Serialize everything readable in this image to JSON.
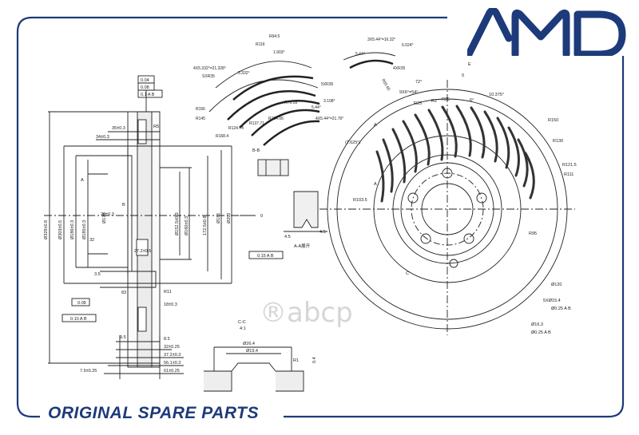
{
  "brand": {
    "logo_text": "AMD",
    "color": "#1d3a7a"
  },
  "footer": {
    "text": "ORIGINAL SPARE PARTS"
  },
  "watermark": {
    "text": "®abcp"
  },
  "section_view": {
    "tolerance_frames": [
      "0.04",
      "0.08",
      "0.1 A B"
    ],
    "dims_left": [
      "Ø329±0.8",
      "Ø303±0.5",
      "Ø186±0.3",
      "Ø185±0.3",
      "Ø178"
    ],
    "dims_right": [
      "Ø152.5±0.3",
      "Ø160±0.3",
      "172.5±0.8",
      "Ø181",
      "Ø202"
    ],
    "top_dims": [
      "35±0.3",
      "34±0.3"
    ],
    "bottom_dims": [
      "9.5",
      "8.5",
      "32±0.25",
      "37.2±0.3",
      "56.1±0.3",
      "61±0.25",
      "7.5±0.25"
    ],
    "misc": [
      "R5",
      "R11",
      "18±0.3",
      "83",
      "3.5",
      "32",
      "A",
      "B",
      "0.08",
      "0.10 A B",
      "0.15 A B",
      "27.2±0.5",
      "20±0.3"
    ]
  },
  "bb_view": {
    "title": "B-B",
    "dims": [
      "4.5",
      "4.5"
    ],
    "caption": "A-A展开",
    "label": "0"
  },
  "cc_view": {
    "title": "C-C",
    "scale": "4:1",
    "dims": [
      "Ø26.4",
      "Ø19.4",
      "R1",
      "0.4"
    ]
  },
  "detail_view": {
    "labels": [
      "R94.5",
      "R116",
      "1.903°",
      "4X5.332°=21.328°",
      "SXR35",
      "5.332°",
      "R156",
      "R145",
      "5XR35",
      "3.108°",
      "5.44°",
      "4X5.44°=21.76°",
      "R76.18",
      "R134.06",
      "R137.71",
      "R124.74",
      "R168.4"
    ],
    "slot_labels": [
      "3X5.44°=16.32°",
      "6.024°",
      "5.44°",
      "4XR35",
      "R55.65"
    ]
  },
  "front_view": {
    "labels": [
      "E",
      "0",
      "72°",
      "9X6°=54°",
      "R25",
      "R2",
      "R25",
      "6°",
      "10.375°",
      "(T.625°)",
      "R150",
      "R130",
      "R121.5",
      "R111",
      "R103.5",
      "R95",
      "A",
      "A",
      "C",
      "Ø120",
      "5XØ15.4",
      "Ø0.25 A B",
      "Ø16.3",
      "Ø0.25 A B"
    ]
  }
}
